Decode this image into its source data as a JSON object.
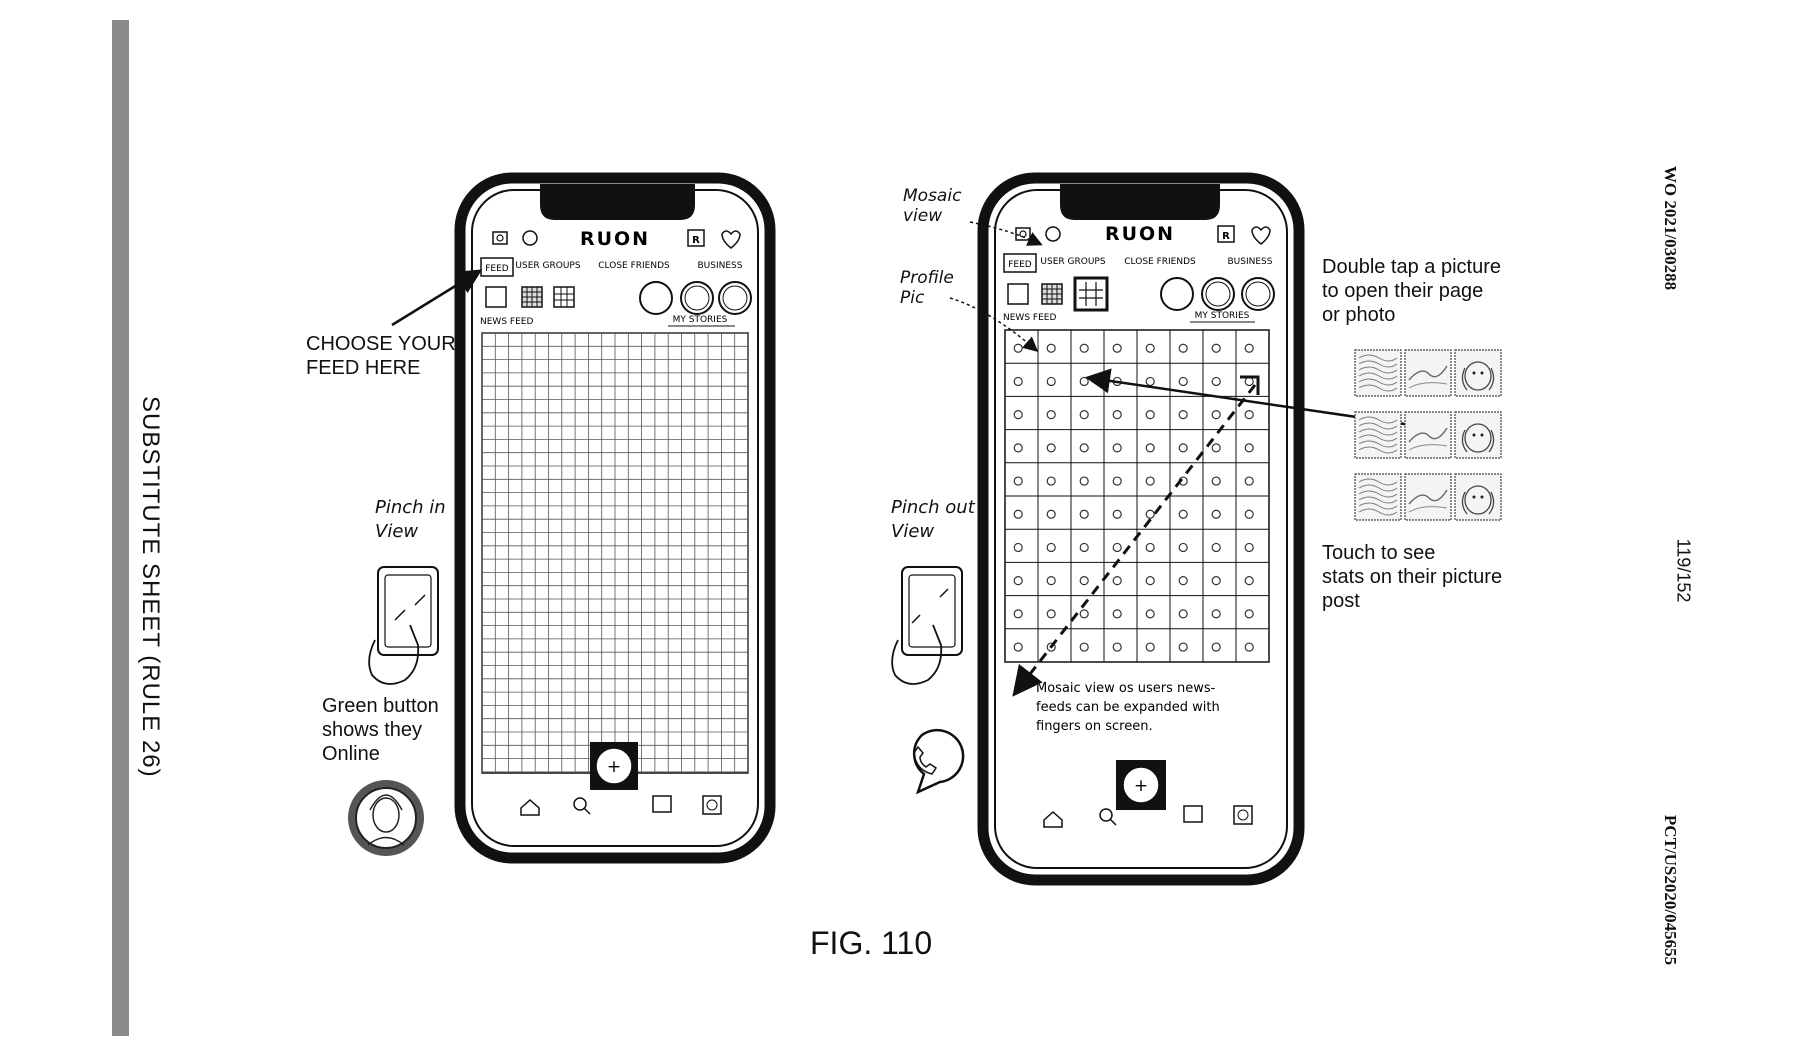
{
  "sheet": {
    "side_label": "SUBSTITUTE SHEET (RULE 26)",
    "pub_number_top": "WO 2021/030288",
    "page_number": "119/152",
    "pub_number_bottom": "PCT/US2020/045655",
    "figure_label": "FIG. 110"
  },
  "left_annotations": {
    "choose_feed": [
      "CHOOSE YOUR",
      "FEED HERE"
    ],
    "pinch_in": [
      "Pinch in",
      "View"
    ],
    "green_button": [
      "Green button",
      "shows they",
      "Online"
    ]
  },
  "middle_annotations": {
    "mosaic_view": [
      "Mosaic",
      "view"
    ],
    "profile_pic": [
      "Profile",
      "Pic"
    ],
    "pinch_out": [
      "Pinch out",
      "View"
    ]
  },
  "right_annotations": {
    "double_tap": [
      "Double tap a picture",
      "to open their page",
      "or photo"
    ],
    "touch_stats": [
      "Touch to see",
      "stats on their picture",
      "post"
    ]
  },
  "phone_ui": {
    "app_name": "RUON",
    "tabs": [
      "FEED",
      "USER GROUPS",
      "CLOSE FRIENDS",
      "BUSINESS"
    ],
    "news_feed_label": "NEWS FEED",
    "my_stories_label": "MY STORIES",
    "fab_label": "+",
    "mosaic_caption": [
      "Mosaic view os users news-",
      "feeds can be expanded with",
      "fingers on screen."
    ]
  },
  "icons": [
    "camera-icon",
    "globe-icon",
    "r-icon",
    "heart-icon",
    "home-icon",
    "search-icon",
    "chat-icon",
    "profile-icon",
    "phone-icon",
    "plus-icon"
  ]
}
